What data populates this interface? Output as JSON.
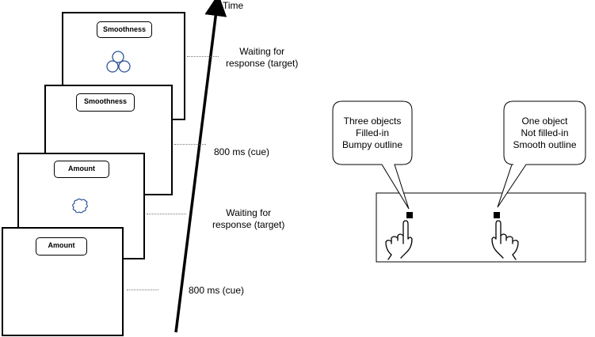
{
  "timeline": {
    "axis_label": "Time"
  },
  "screens": [
    {
      "cue": "Smoothness",
      "stimulus": "three-circles"
    },
    {
      "cue": "Smoothness",
      "stimulus": "none"
    },
    {
      "cue": "Amount",
      "stimulus": "bumpy-blob"
    },
    {
      "cue": "Amount",
      "stimulus": "none"
    }
  ],
  "annotations": [
    {
      "line1": "Waiting for",
      "line2": "response (target)"
    },
    {
      "line1": "800 ms (cue)",
      "line2": ""
    },
    {
      "line1": "Waiting for",
      "line2": "response (target)"
    },
    {
      "line1": "800 ms (cue)",
      "line2": ""
    }
  ],
  "response_panel": {
    "left_bubble": [
      "Three objects",
      "Filled-in",
      "Bumpy outline"
    ],
    "right_bubble": [
      "One object",
      "Not filled-in",
      "Smooth outline"
    ]
  },
  "colors": {
    "stimulus_stroke": "#2f5597",
    "line": "#000000"
  }
}
